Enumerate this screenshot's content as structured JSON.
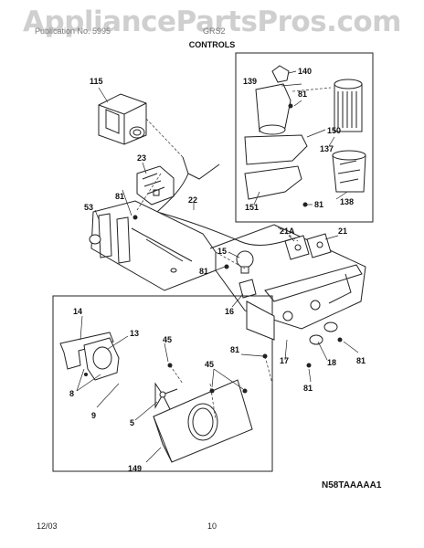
{
  "watermark": "AppliancePartsPros.com",
  "header": {
    "left_text": "Publication No. 5995",
    "right_text": "GRS2"
  },
  "section_title": "CONTROLS",
  "callouts": {
    "c115": "115",
    "c140": "140",
    "c139": "139",
    "c81a": "81",
    "c150": "150",
    "c137": "137",
    "c23": "23",
    "c138": "138",
    "c81b": "81",
    "c22": "22",
    "c151": "151",
    "c81c": "81",
    "c53": "53",
    "c21A": "21A",
    "c21": "21",
    "c15": "15",
    "c81d": "81",
    "c16": "16",
    "c14": "14",
    "c13": "13",
    "c45a": "45",
    "c81e": "81",
    "c17": "17",
    "c18": "18",
    "c81f": "81",
    "c8": "8",
    "c45b": "45",
    "c81g": "81",
    "c9": "9",
    "c5": "5",
    "c149": "149"
  },
  "diagram_code": "N58TAAAAA1",
  "footer": {
    "date": "12/03",
    "page": "10"
  },
  "colors": {
    "line": "#222222",
    "dash": "#444444",
    "watermark": "#cfcfcf"
  }
}
